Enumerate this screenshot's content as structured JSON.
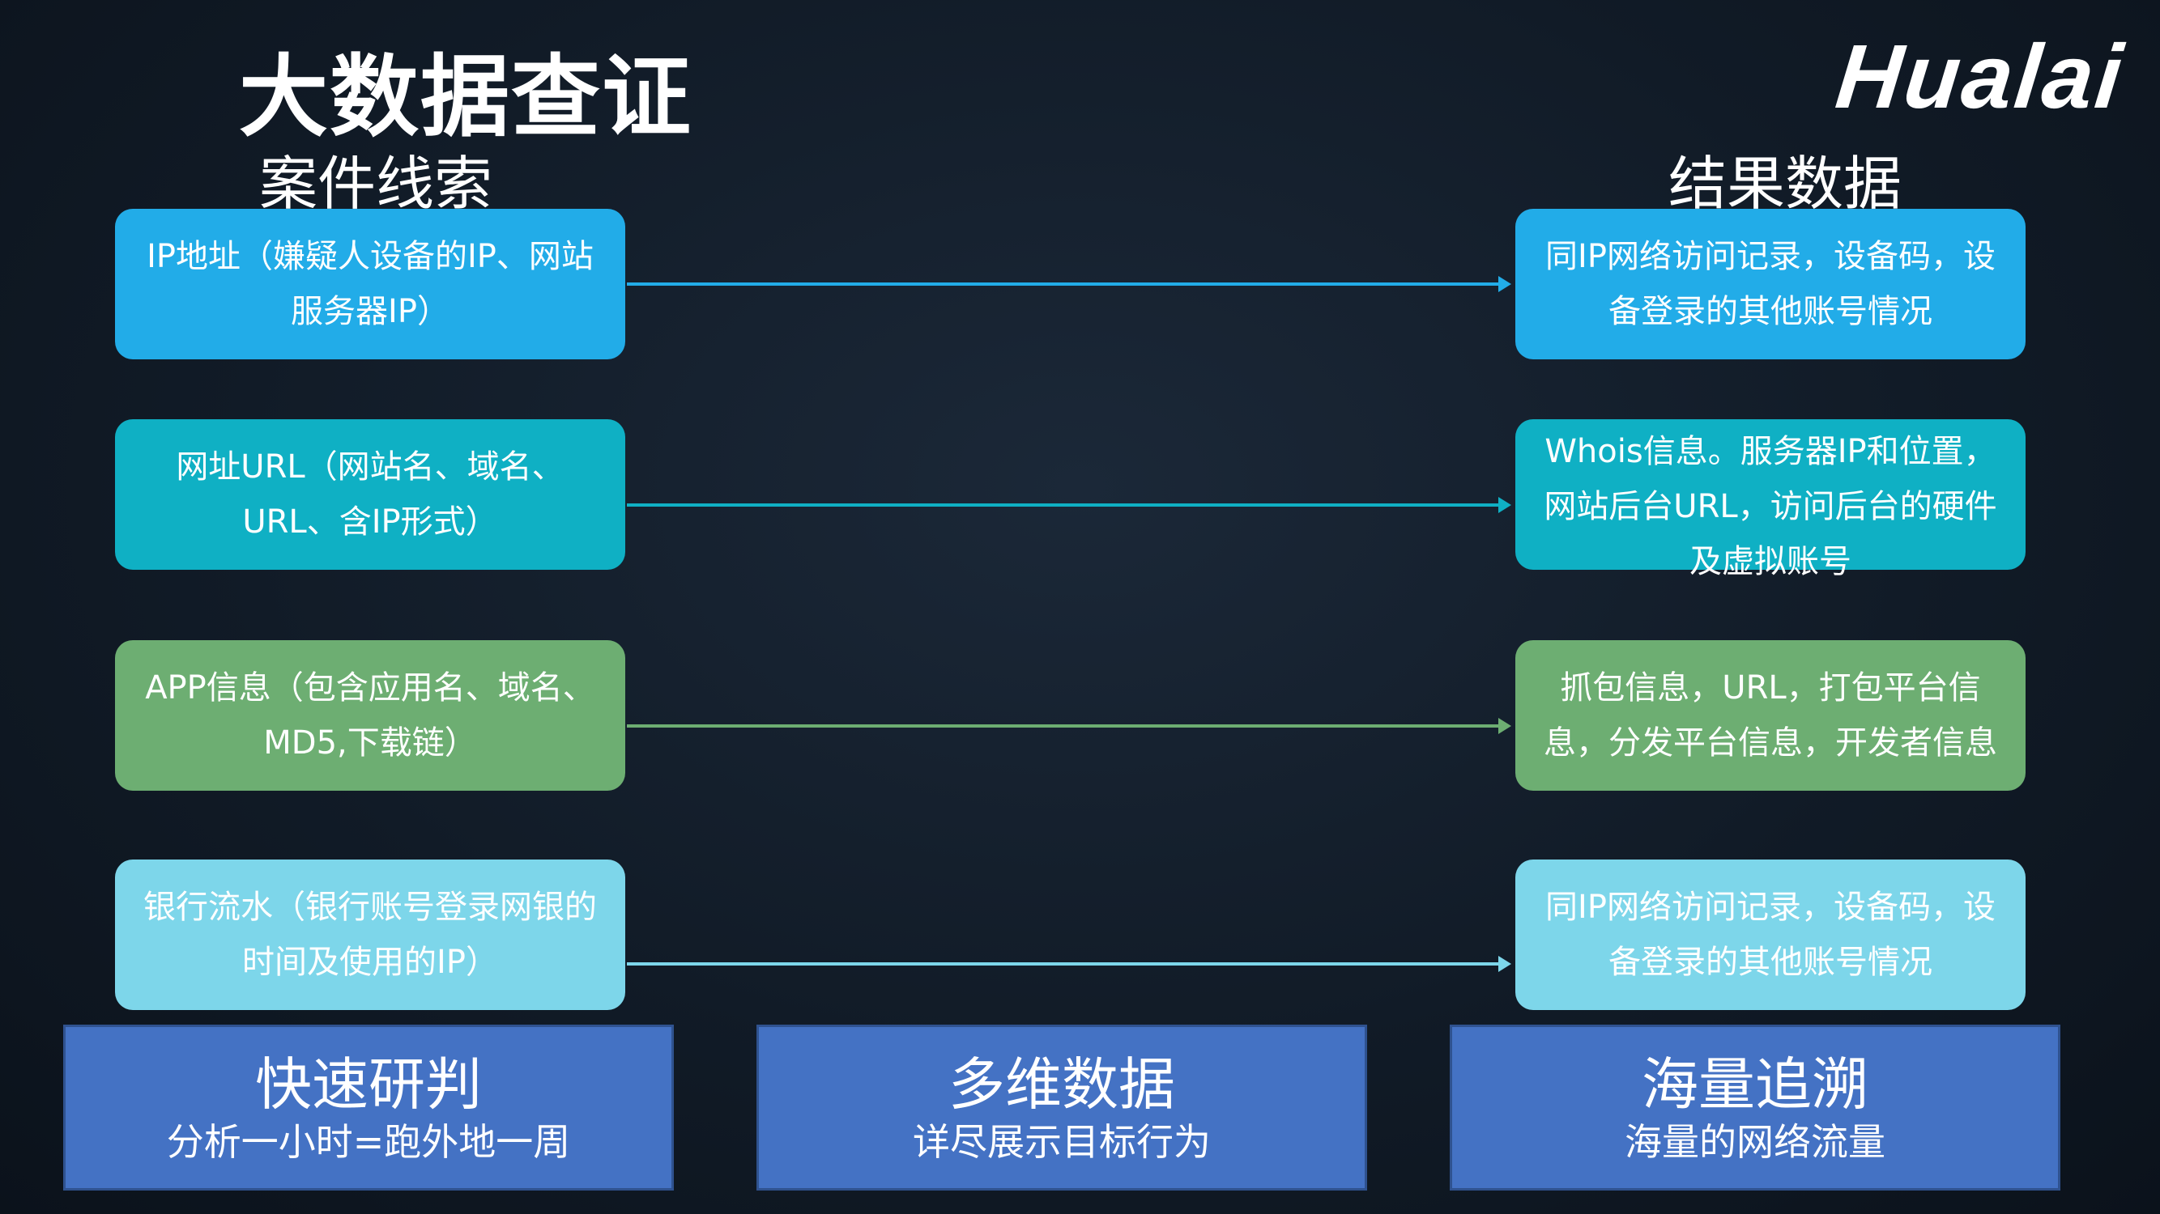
{
  "title": "大数据查证",
  "logo_text": "Hualai",
  "left_header": "案件线索",
  "right_header": "结果数据",
  "colors": {
    "row1": "#22ace8",
    "row2": "#0fb0c4",
    "row3": "#6dae72",
    "row4": "#7dd6ea",
    "card": "#4472c4"
  },
  "rows": [
    {
      "clue": "IP地址（嫌疑人设备的IP、网站服务器IP）",
      "result": "同IP网络访问记录，设备码，设备登录的其他账号情况"
    },
    {
      "clue": "网址URL（网站名、域名、URL、含IP形式）",
      "result": "Whois信息。服务器IP和位置，网站后台URL，访问后台的硬件及虚拟账号"
    },
    {
      "clue": "APP信息（包含应用名、域名、MD5,下载链）",
      "result": "抓包信息，URL，打包平台信息，分发平台信息，开发者信息"
    },
    {
      "clue": "银行流水（银行账号登录网银的时间及使用的IP）",
      "result": "同IP网络访问记录，设备码，设备登录的其他账号情况"
    }
  ],
  "cards": [
    {
      "heading": "快速研判",
      "sub": "分析一小时=跑外地一周"
    },
    {
      "heading": "多维数据",
      "sub": "详尽展示目标行为"
    },
    {
      "heading": "海量追溯",
      "sub": "海量的网络流量"
    }
  ]
}
